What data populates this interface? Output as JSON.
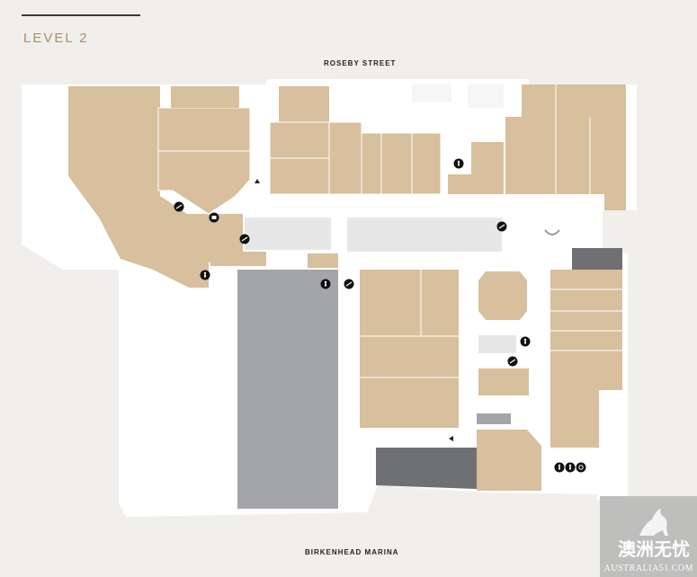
{
  "title": "LEVEL 2",
  "streets": {
    "north": "ROSEBY STREET",
    "south": "BIRKENHEAD MARINA"
  },
  "colors": {
    "tenant": "#d8bf9d",
    "corridor": "#ffffff",
    "carpark": "#a4a5a8",
    "dark": "#6f7074",
    "background": "#f1efec",
    "accent": "#b08d62"
  },
  "watermark": {
    "cn": "澳洲无忧",
    "en": "AUSTRALIA51.COM"
  },
  "icons": [
    "escalator-icon",
    "lift-icon",
    "toilet-icon",
    "accessible-icon",
    "stairs-icon"
  ]
}
